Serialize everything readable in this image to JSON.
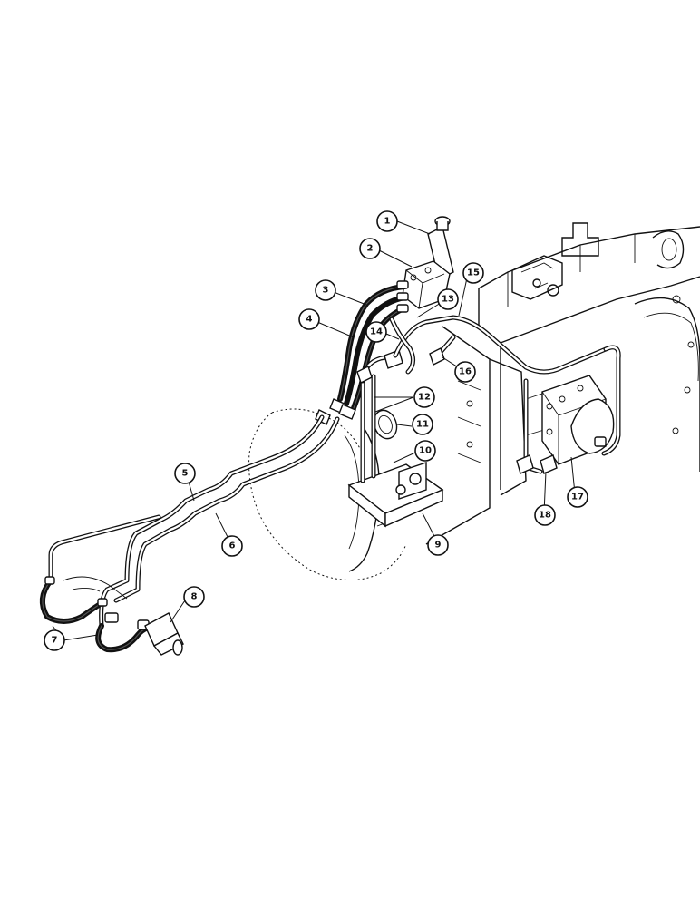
{
  "callouts": [
    {
      "id": "1",
      "label": "1"
    },
    {
      "id": "2",
      "label": "2"
    },
    {
      "id": "3",
      "label": "3"
    },
    {
      "id": "4",
      "label": "4"
    },
    {
      "id": "5",
      "label": "5"
    },
    {
      "id": "6",
      "label": "6"
    },
    {
      "id": "7",
      "label": "7"
    },
    {
      "id": "8",
      "label": "8"
    },
    {
      "id": "9",
      "label": "9"
    },
    {
      "id": "10",
      "label": "10"
    },
    {
      "id": "11",
      "label": "11"
    },
    {
      "id": "12",
      "label": "12"
    },
    {
      "id": "13",
      "label": "13"
    },
    {
      "id": "14",
      "label": "14"
    },
    {
      "id": "15",
      "label": "15"
    },
    {
      "id": "16",
      "label": "16"
    },
    {
      "id": "17",
      "label": "17"
    },
    {
      "id": "18",
      "label": "18"
    }
  ],
  "colors": {
    "line": "#111111",
    "background": "#ffffff"
  }
}
